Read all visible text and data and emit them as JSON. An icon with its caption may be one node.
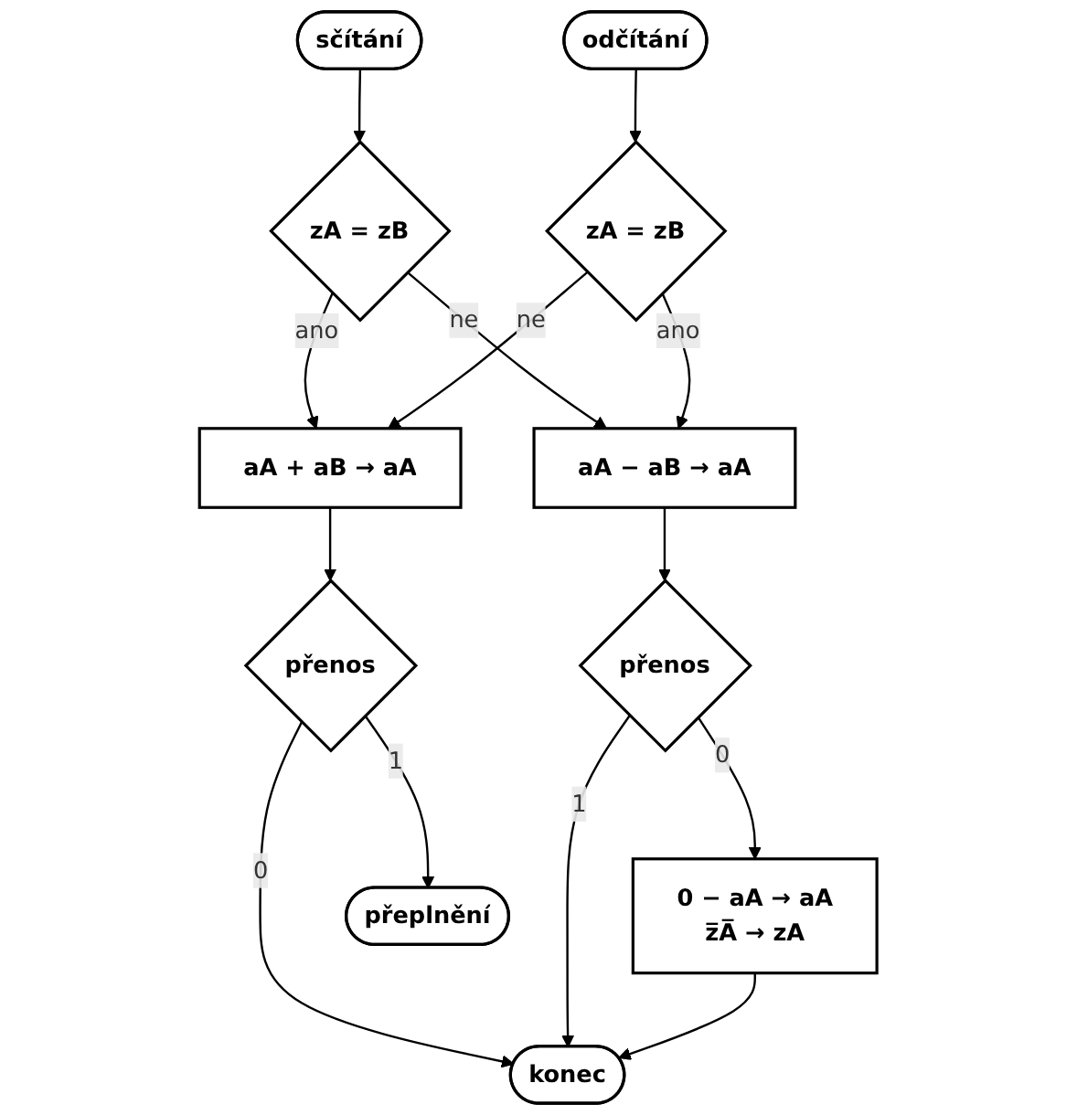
{
  "diagram": {
    "nodes": [
      {
        "text": [
          "sčítání"
        ]
      },
      {
        "text": [
          "odčítání"
        ]
      },
      {
        "text": [
          "zA = zB"
        ]
      },
      {
        "text": [
          "zA = zB"
        ]
      },
      {
        "text": [
          "aA + aB → aA"
        ]
      },
      {
        "text": [
          "aA − aB → aA"
        ]
      },
      {
        "text": [
          "přenos"
        ]
      },
      {
        "text": [
          "přenos"
        ]
      },
      {
        "text": [
          "0 − aA → aA",
          "z̅A̅ → zA"
        ]
      },
      {
        "text": [
          "přeplnění"
        ]
      },
      {
        "text": [
          "konec"
        ]
      }
    ],
    "edges": [
      {
        "from": 0,
        "to": 2,
        "arrow": "to"
      },
      {
        "from": 1,
        "to": 3,
        "arrow": "to"
      },
      {
        "from": 2,
        "to": 5,
        "arrow": "to",
        "label": "ne"
      },
      {
        "from": 3,
        "to": 5,
        "arrow": "to",
        "label": "ano"
      },
      {
        "from": 2,
        "to": 4,
        "arrow": "to",
        "label": "ano"
      },
      {
        "from": 3,
        "to": 4,
        "arrow": "to",
        "label": "ne"
      },
      {
        "from": 4,
        "to": 6,
        "arrow": "to"
      },
      {
        "from": 5,
        "to": 7,
        "arrow": "to"
      },
      {
        "from": 6,
        "to": 10,
        "arrow": "to",
        "label": "0"
      },
      {
        "from": 7,
        "to": 10,
        "arrow": "to",
        "label": "1"
      },
      {
        "from": 6,
        "to": 9,
        "arrow": "to",
        "label": "1"
      },
      {
        "from": 7,
        "to": 8,
        "arrow": "to",
        "label": "0"
      },
      {
        "from": 8,
        "to": 10,
        "arrow": "to"
      }
    ]
  }
}
